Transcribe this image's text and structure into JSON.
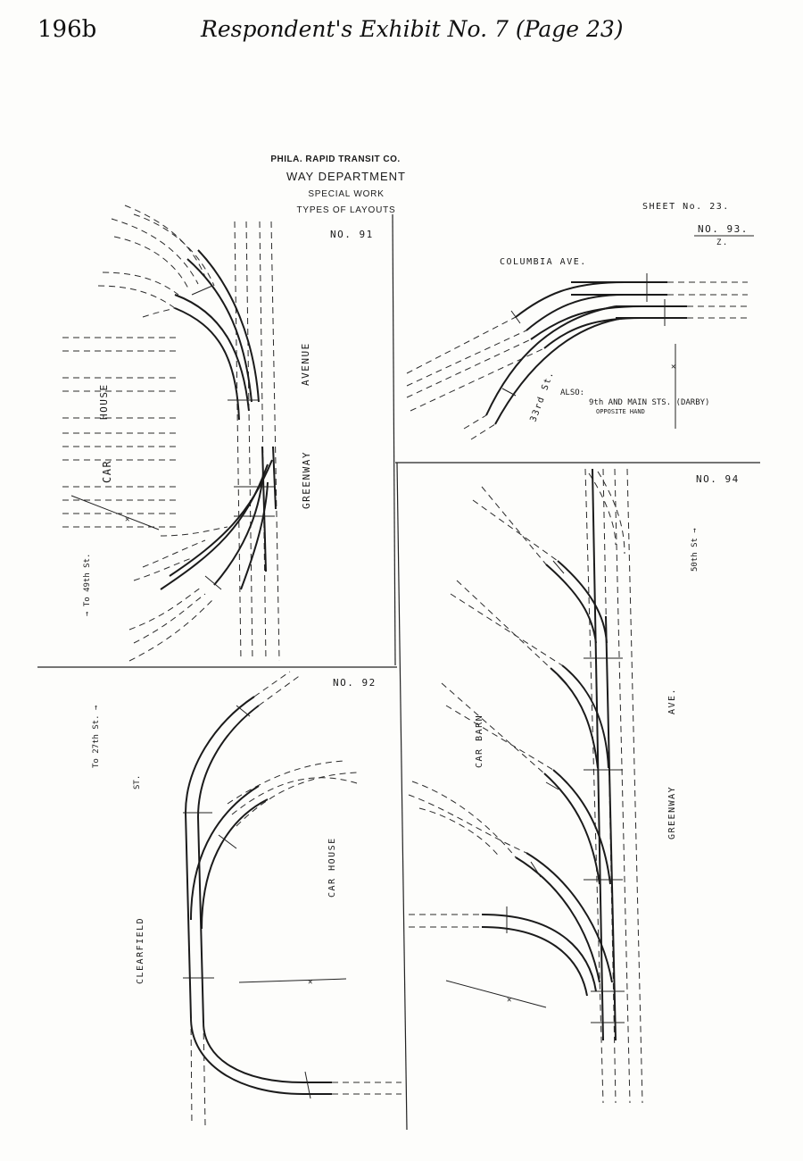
{
  "header": {
    "page_number": "196b",
    "exhibit_title": "Respondent's Exhibit No. 7 (Page 23)"
  },
  "company": {
    "line1": "PHILA. RAPID TRANSIT CO.",
    "line2": "WAY DEPARTMENT",
    "line3": "SPECIAL WORK",
    "line4": "TYPES OF LAYOUTS"
  },
  "sheet": {
    "label": "SHEET No. 23."
  },
  "layouts": {
    "no91": {
      "number": "NO. 91",
      "street_main": "GREENWAY",
      "street_suffix": "AVENUE",
      "car_house_1": "CAR",
      "car_house_2": "HOUSE",
      "direction": "→ To 49th St."
    },
    "no92": {
      "number": "NO. 92",
      "direction": "To 27th St. →",
      "street_suffix": "ST.",
      "street_main": "CLEARFIELD",
      "car_house": "CAR HOUSE"
    },
    "no93": {
      "number": "NO. 93.",
      "sub": "Z.",
      "street_main": "COLUMBIA   AVE.",
      "street_cross": "33rd St.",
      "note_line1": "ALSO:",
      "note_line2": "9th AND MAIN STS. (DARBY)",
      "note_line3": "OPPOSITE HAND"
    },
    "no94": {
      "number": "NO. 94",
      "street_main": "GREENWAY",
      "street_suffix": "AVE.",
      "car_barn": "CAR BARN",
      "direction": "50th St →"
    }
  }
}
